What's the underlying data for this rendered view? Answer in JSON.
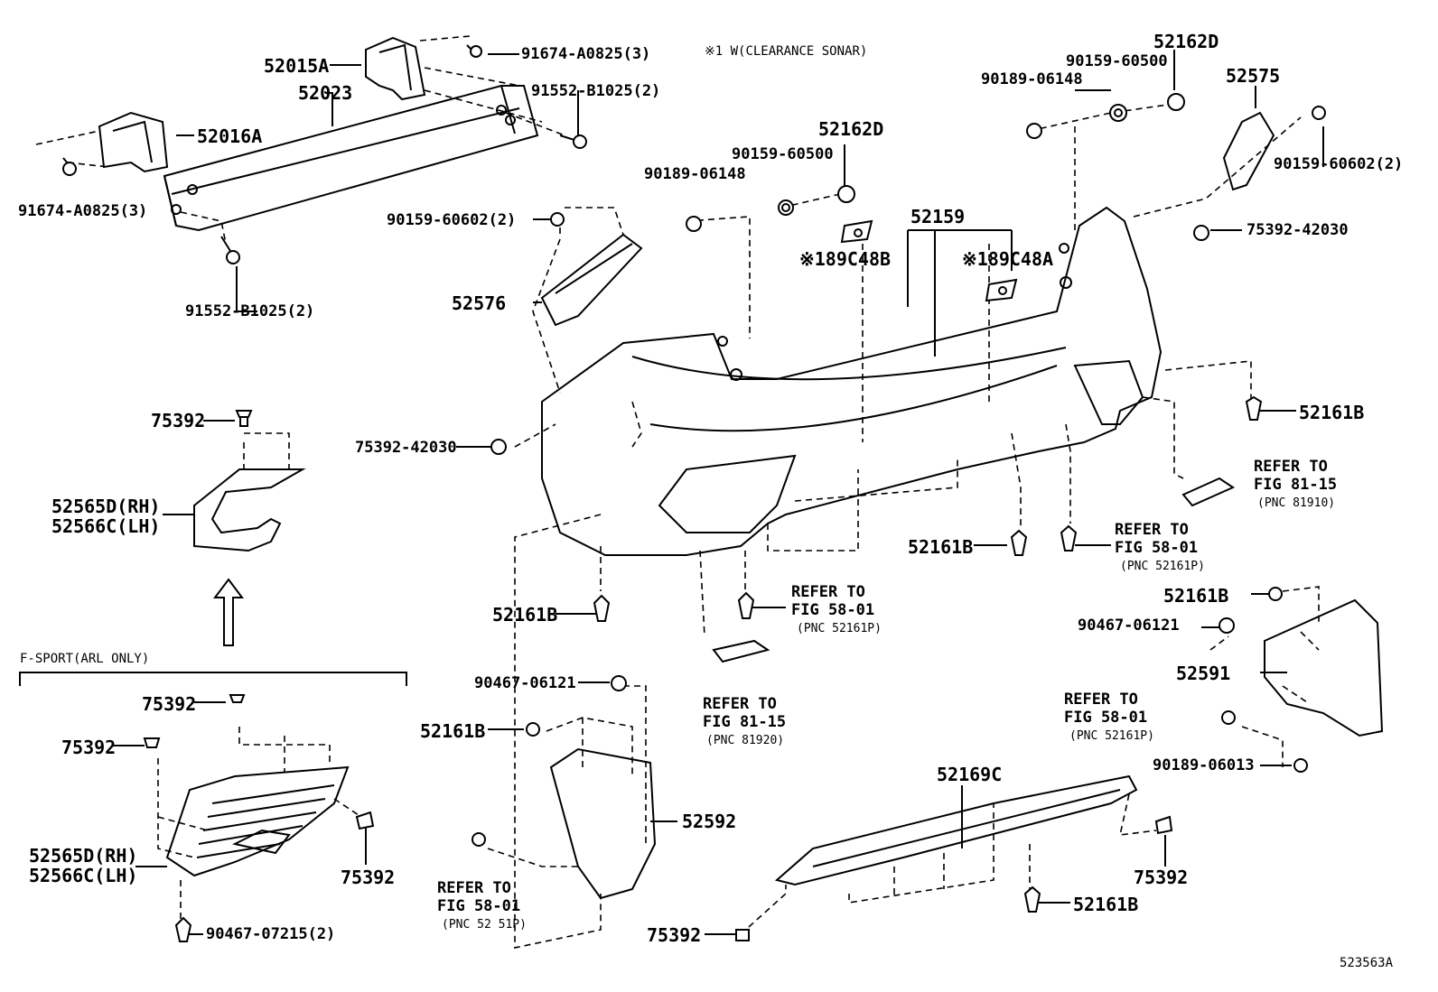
{
  "diagram": {
    "figure_id": "523563A",
    "note": "※1 W(CLEARANCE SONAR)",
    "fsport_note": "F-SPORT(ARL ONLY)",
    "labels": {
      "p52015A": "52015A",
      "p52023": "52023",
      "p52016A": "52016A",
      "p91674_top": "91674-A0825(3)",
      "p91552_top": "91552-B1025(2)",
      "p91674_left": "91674-A0825(3)",
      "p91552_bot": "91552-B1025(2)",
      "p90159_602_left": "90159-60602(2)",
      "p52576": "52576",
      "p90189_mid": "90189-06148",
      "p90159_500_mid": "90159-60500",
      "p52162D_mid": "52162D",
      "p52159": "52159",
      "p189C48B": "※189C48B",
      "p189C48A": "※189C48A",
      "p90189_right": "90189-06148",
      "p90159_500_right": "90159-60500",
      "p52162D_right": "52162D",
      "p52575": "52575",
      "p90159_602_right": "90159-60602(2)",
      "p75392_42030_right": "75392-42030",
      "p75392_42030_left": "75392-42030",
      "p52161B_r1": "52161B",
      "p_ref81_15_a1": "REFER TO",
      "p_ref81_15_a2": "FIG 81-15",
      "p_ref81_15_a3": "(PNC 81910)",
      "p75392_l1": "75392",
      "p52565D_1": "52565D(RH)",
      "p52566C_1": "52566C(LH)",
      "p52161B_c1": "52161B",
      "p_ref58_a1": "REFER TO",
      "p_ref58_a2": "FIG 58-01",
      "p_ref58_a3": "(PNC 52161P)",
      "p52161B_l2": "52161B",
      "p_ref58_b1": "REFER TO",
      "p_ref58_b2": "FIG 58-01",
      "p_ref58_b3": "(PNC 52161P)",
      "p52161B_r2": "52161B",
      "p90467_r": "90467-06121",
      "p52591": "52591",
      "p_ref81_15_b1": "REFER TO",
      "p_ref81_15_b2": "FIG 81-15",
      "p_ref81_15_b3": "(PNC 81920)",
      "p90467_c": "90467-06121",
      "p52161B_c2": "52161B",
      "p52592": "52592",
      "p_ref58_c1": "REFER TO",
      "p_ref58_c2": "FIG 58-01",
      "p_ref58_c3": "(PNC 52161P)",
      "p90189_06013": "90189-06013",
      "p52169C": "52169C",
      "p75392_fs1": "75392",
      "p75392_fs2": "75392",
      "p75392_fs3": "75392",
      "p52565D_2": "52565D(RH)",
      "p52566C_2": "52566C(LH)",
      "p90467_07215": "90467-07215(2)",
      "p_ref58_d1": "REFER TO",
      "p_ref58_d2": "FIG 58-01",
      "p_ref58_d3": "(PNC 52 51P)",
      "p75392_bot": "75392",
      "p52161B_bot": "52161B",
      "p75392_br": "75392"
    }
  }
}
